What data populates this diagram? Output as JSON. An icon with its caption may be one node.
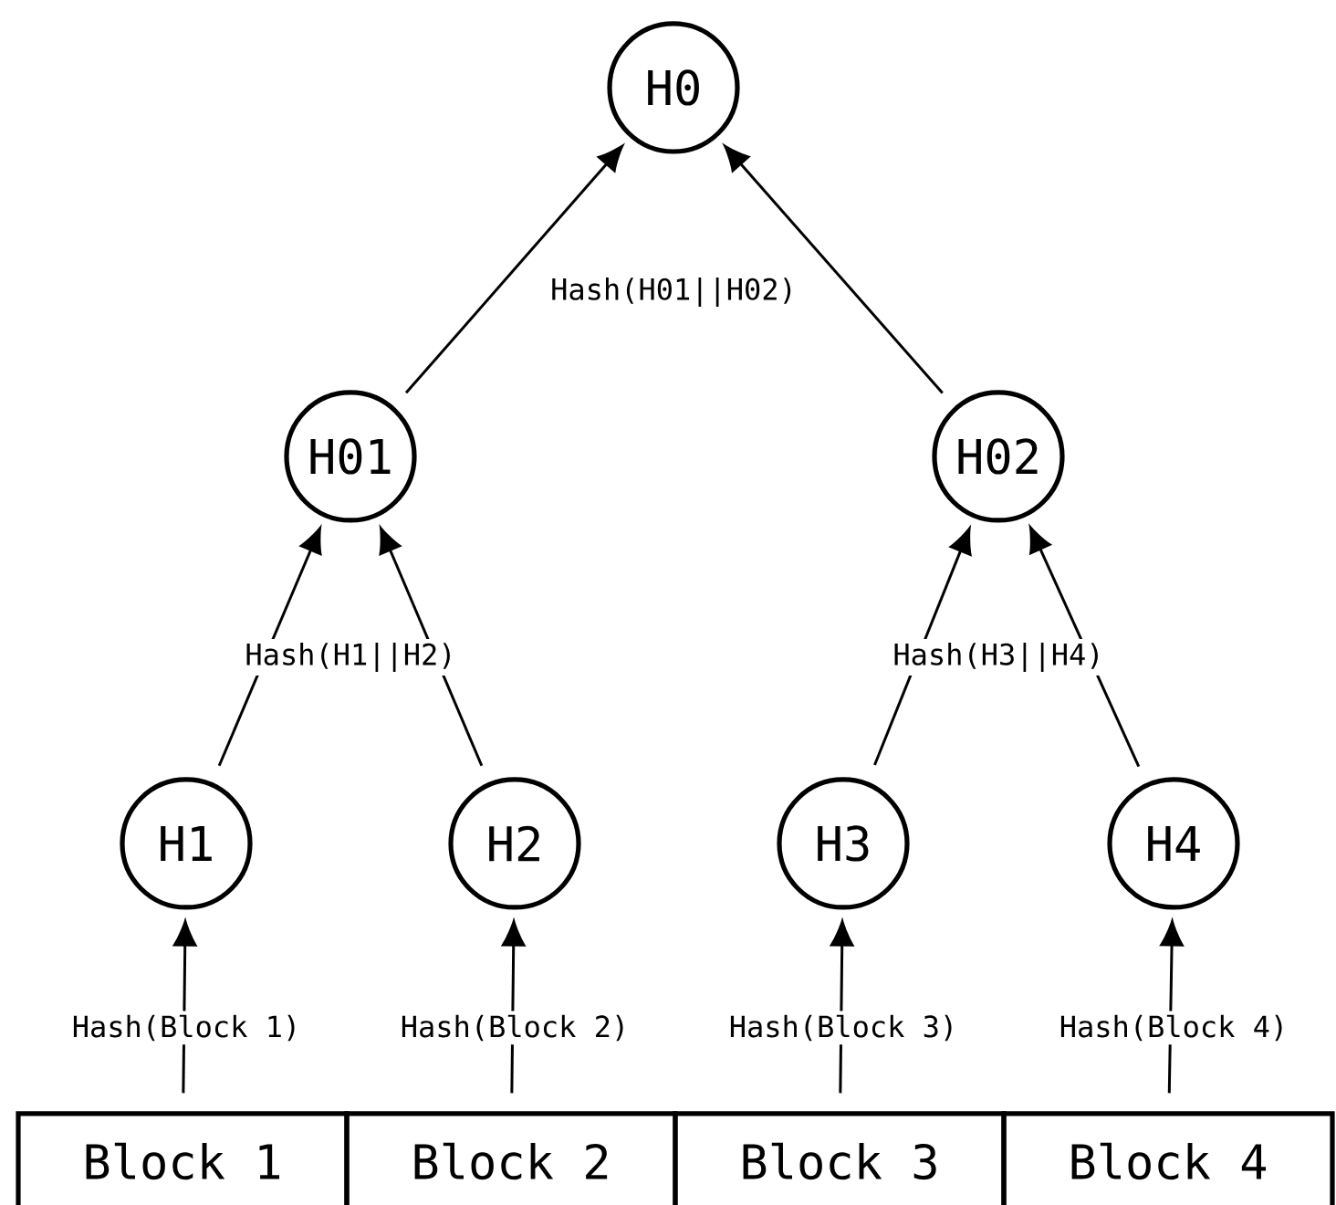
{
  "diagram": {
    "nodes": [
      {
        "text": [
          "H0"
        ]
      },
      {
        "text": [
          "H01"
        ]
      },
      {
        "text": [
          "H02"
        ]
      },
      {
        "text": [
          "H1"
        ]
      },
      {
        "text": [
          "H2"
        ]
      },
      {
        "text": [
          "H3"
        ]
      },
      {
        "text": [
          "H4"
        ]
      },
      {
        "text": [
          "Block 1"
        ]
      },
      {
        "text": [
          "Block 2"
        ]
      },
      {
        "text": [
          "Block 3"
        ]
      },
      {
        "text": [
          "Block 4"
        ]
      }
    ],
    "edges": [
      {
        "from": 1,
        "to": 0,
        "arrow": "to",
        "label": "Hash(H01||H02)"
      },
      {
        "from": 2,
        "to": 0,
        "arrow": "to"
      },
      {
        "from": 3,
        "to": 1,
        "arrow": "to",
        "label": "Hash(H1||H2)"
      },
      {
        "from": 4,
        "to": 1,
        "arrow": "to"
      },
      {
        "from": 5,
        "to": 2,
        "arrow": "to",
        "label": "Hash(H3||H4)"
      },
      {
        "from": 6,
        "to": 2,
        "arrow": "to"
      },
      {
        "from": 7,
        "to": 3,
        "arrow": "to",
        "label": "Hash(Block 1)"
      },
      {
        "from": 8,
        "to": 4,
        "arrow": "to",
        "label": "Hash(Block 2)"
      },
      {
        "from": 9,
        "to": 5,
        "arrow": "to",
        "label": "Hash(Block 3)"
      },
      {
        "from": 10,
        "to": 6,
        "arrow": "to",
        "label": "Hash(Block 4)"
      }
    ]
  }
}
